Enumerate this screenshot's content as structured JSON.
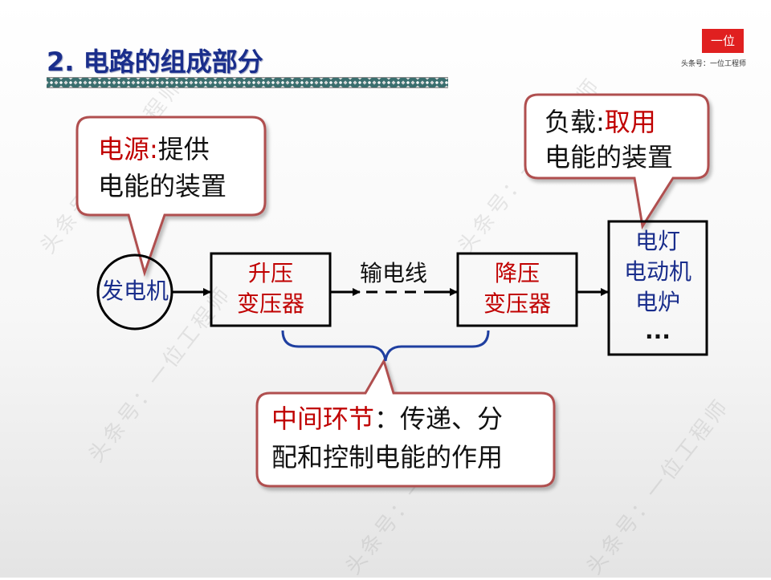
{
  "title": "2. 电路的组成部分",
  "logo": {
    "mark": "一位",
    "caption": "头条号：一位工程师"
  },
  "watermark": "头条号：一位工程师",
  "callouts": {
    "source": {
      "term": "电源:",
      "desc_line1": "提供",
      "line2": "电能的装置"
    },
    "load": {
      "prefix": "负载:",
      "term": "取用",
      "line2": "电能的装置"
    },
    "middle": {
      "term": "中间环节",
      "colon": "：",
      "desc_line1": "传递、分",
      "line2": "配和控制电能的作用"
    }
  },
  "nodes": {
    "generator": "发电机",
    "step_up": {
      "line1": "升压",
      "line2": "变压器"
    },
    "transmission_line": "输电线",
    "step_down": {
      "line1": "降压",
      "line2": "变压器"
    },
    "loads": {
      "line1": "电灯",
      "line2": "电动机",
      "line3": "电炉",
      "line4": "..."
    }
  },
  "colors": {
    "title": "#1a2e8c",
    "accent_red": "#c00000",
    "callout_border": "#b05050",
    "brace": "#1f3fa0"
  }
}
